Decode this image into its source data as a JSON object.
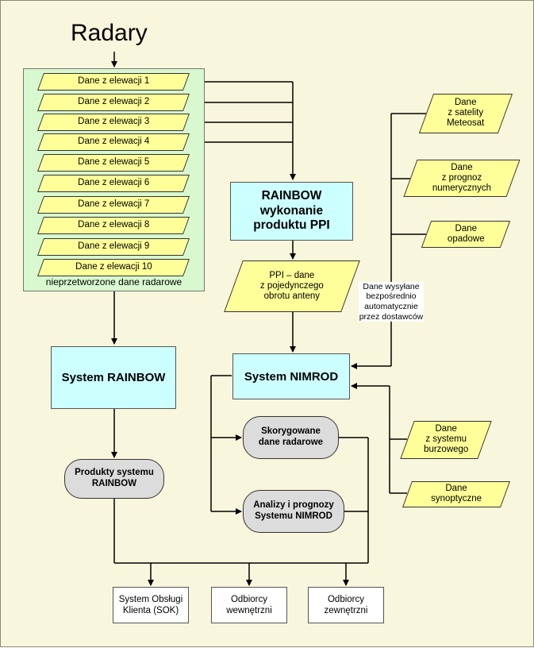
{
  "title": "Radary",
  "elevations": [
    "Dane z elewacji 1",
    "Dane z elewacji 2",
    "Dane z elewacji 3",
    "Dane z elewacji 4",
    "Dane z elewacji 5",
    "Dane z elewacji 6",
    "Dane z elewacji 7",
    "Dane z elewacji 8",
    "Dane z elewacji 9",
    "Dane z elewacji 10"
  ],
  "raw_data_label": "nieprzetworzone dane radarowe",
  "rainbow_ppi": "RAINBOW\nwykonanie\nproduktu PPI",
  "ppi_data": "PPI – dane\nz pojedynczego\nobrotu anteny",
  "system_rainbow": "System RAINBOW",
  "system_nimrod": "System NIMROD",
  "rainbow_products": "Produkty systemu\nRAINBOW",
  "corrected_data": "Skorygowane\ndane radarowe",
  "nimrod_analysis": "Analizy i prognozy\nSystemu NIMROD",
  "external_sources": {
    "meteosat": "Dane\nz satelity\nMeteosat",
    "numerical": "Dane\nz prognoz\nnumerycznych",
    "precip": "Dane\nopadowe",
    "storm": "Dane\nz systemu\nburzowego",
    "synoptic": "Dane\nsynoptyczne"
  },
  "supplier_note": "Dane wysyłane\nbezpośrednio\nautomatycznie\nprzez dostawców",
  "outputs": {
    "sok": "System Obsługi\nKlienta (SOK)",
    "internal": "Odbiorcy\nwewnętrzni",
    "external": "Odbiorcy\nzewnętrzni"
  },
  "colors": {
    "background": "#f8f6dc",
    "raw_panel": "#d8f8d0",
    "data_box": "#ffff99",
    "process_box": "#ccffff",
    "product_box": "#dcdcdc"
  }
}
